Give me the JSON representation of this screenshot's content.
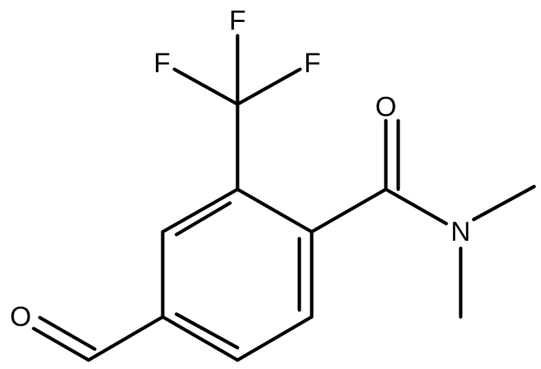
{
  "molecule": {
    "atoms": {
      "F_top": "F",
      "F_left": "F",
      "F_right": "F",
      "O_amide": "O",
      "N_amide": "N",
      "O_aldehyde": "O"
    }
  }
}
